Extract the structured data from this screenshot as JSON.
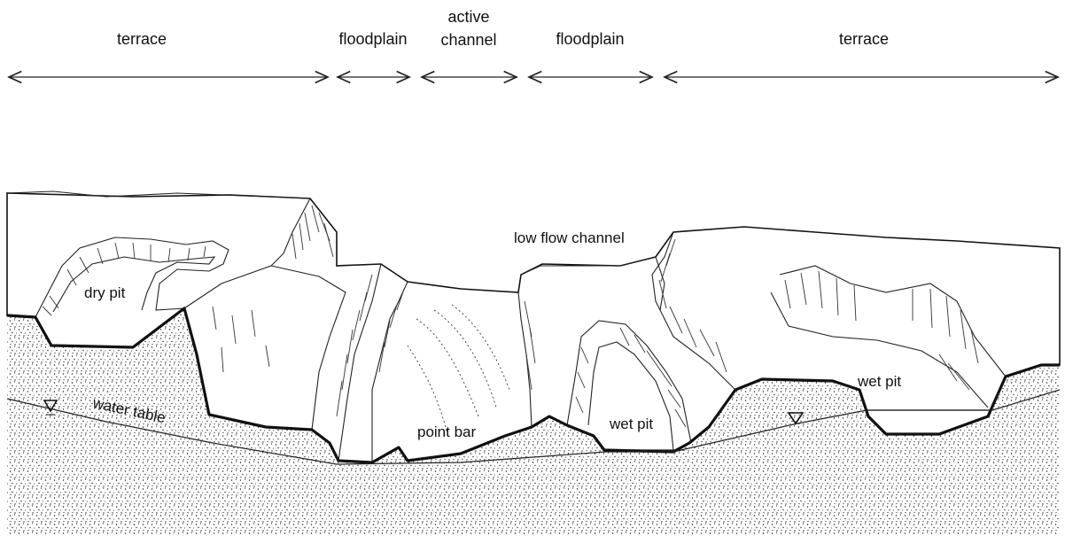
{
  "zones": [
    {
      "id": "terrace-left",
      "label": "terrace"
    },
    {
      "id": "floodplain-left",
      "label": "floodplain"
    },
    {
      "id": "active-channel",
      "label_line1": "active",
      "label_line2": "channel"
    },
    {
      "id": "floodplain-right",
      "label": "floodplain"
    },
    {
      "id": "terrace-right",
      "label": "terrace"
    }
  ],
  "features": {
    "dry_pit": "dry pit",
    "low_flow_channel": "low flow channel",
    "point_bar": "point bar",
    "wet_pit_center": "wet pit",
    "wet_pit_right": "wet pit",
    "water_table": "water table"
  },
  "symbols": {
    "water_table_marker": "inverted-triangle-icon"
  },
  "colors": {
    "ink": "#111111",
    "background": "#ffffff",
    "sand_dot": "#222222"
  }
}
